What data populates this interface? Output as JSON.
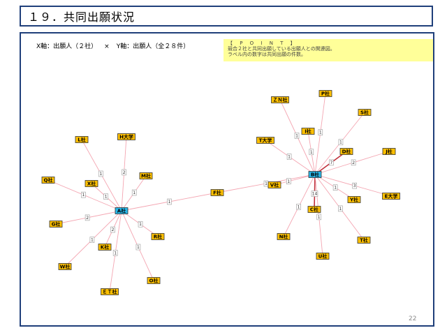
{
  "page": {
    "title": "１９．共同出願状況",
    "axis_x": "X軸：出願人（２社）",
    "axis_sep": "×",
    "axis_y": "Y軸：出願人（全２８件）",
    "point_title": "【 P O I N T 】",
    "point_line1": "競合２社と共同出願している出願人との関連図。",
    "point_line2": "ラベル内の数字は共同出願の件数。",
    "page_number": "22"
  },
  "colors": {
    "hub": "#29b6e8",
    "node": "#ffc000",
    "edge": "#f4a6b2",
    "edge_strong": "#c0303c",
    "border": "#1f3f7a",
    "point_bg": "#ffff99"
  },
  "network": {
    "nodes": [
      {
        "id": "A",
        "label": "A社",
        "hub": true
      },
      {
        "id": "B",
        "label": "B社",
        "hub": true
      },
      {
        "id": "L",
        "label": "L社"
      },
      {
        "id": "H",
        "label": "H大学"
      },
      {
        "id": "M",
        "label": "M社"
      },
      {
        "id": "Q",
        "label": "Q社"
      },
      {
        "id": "X",
        "label": "X社"
      },
      {
        "id": "G",
        "label": "G社"
      },
      {
        "id": "K",
        "label": "K社"
      },
      {
        "id": "R",
        "label": "R社"
      },
      {
        "id": "W",
        "label": "W社"
      },
      {
        "id": "ET",
        "label": "ＥＴ社"
      },
      {
        "id": "O",
        "label": "O社"
      },
      {
        "id": "F",
        "label": "F社"
      },
      {
        "id": "V",
        "label": "V社"
      },
      {
        "id": "ZN",
        "label": "ＺＮ社"
      },
      {
        "id": "P",
        "label": "P社"
      },
      {
        "id": "S",
        "label": "S社"
      },
      {
        "id": "I",
        "label": "I社"
      },
      {
        "id": "T",
        "label": "T大学"
      },
      {
        "id": "D",
        "label": "D社"
      },
      {
        "id": "J",
        "label": "J社"
      },
      {
        "id": "E",
        "label": "E大学"
      },
      {
        "id": "Y",
        "label": "Y社"
      },
      {
        "id": "C",
        "label": "C社"
      },
      {
        "id": "N",
        "label": "N社"
      },
      {
        "id": "Tco",
        "label": "T社"
      },
      {
        "id": "U",
        "label": "U社"
      }
    ],
    "edges": [
      {
        "from": "A",
        "to": "L",
        "count": "1"
      },
      {
        "from": "A",
        "to": "H",
        "count": "2"
      },
      {
        "from": "A",
        "to": "M",
        "count": "1"
      },
      {
        "from": "A",
        "to": "Q",
        "count": "1"
      },
      {
        "from": "A",
        "to": "X",
        "count": "1"
      },
      {
        "from": "A",
        "to": "G",
        "count": "2"
      },
      {
        "from": "A",
        "to": "K",
        "count": "2"
      },
      {
        "from": "A",
        "to": "R",
        "count": "1"
      },
      {
        "from": "A",
        "to": "W",
        "count": "1"
      },
      {
        "from": "A",
        "to": "ET",
        "count": "1"
      },
      {
        "from": "A",
        "to": "O",
        "count": "1"
      },
      {
        "from": "A",
        "to": "F",
        "count": "1"
      },
      {
        "from": "B",
        "to": "F",
        "count": "1"
      },
      {
        "from": "B",
        "to": "V",
        "count": "1"
      },
      {
        "from": "B",
        "to": "ZN",
        "count": "1"
      },
      {
        "from": "B",
        "to": "P",
        "count": "1"
      },
      {
        "from": "B",
        "to": "S",
        "count": "1"
      },
      {
        "from": "B",
        "to": "I",
        "count": "1"
      },
      {
        "from": "B",
        "to": "T",
        "count": "1"
      },
      {
        "from": "B",
        "to": "D",
        "count": "7"
      },
      {
        "from": "B",
        "to": "J",
        "count": "2"
      },
      {
        "from": "B",
        "to": "E",
        "count": "3"
      },
      {
        "from": "B",
        "to": "Y",
        "count": "1"
      },
      {
        "from": "B",
        "to": "C",
        "count": "14"
      },
      {
        "from": "B",
        "to": "N",
        "count": "1"
      },
      {
        "from": "B",
        "to": "Tco",
        "count": "1"
      },
      {
        "from": "B",
        "to": "U",
        "count": "1"
      }
    ]
  }
}
